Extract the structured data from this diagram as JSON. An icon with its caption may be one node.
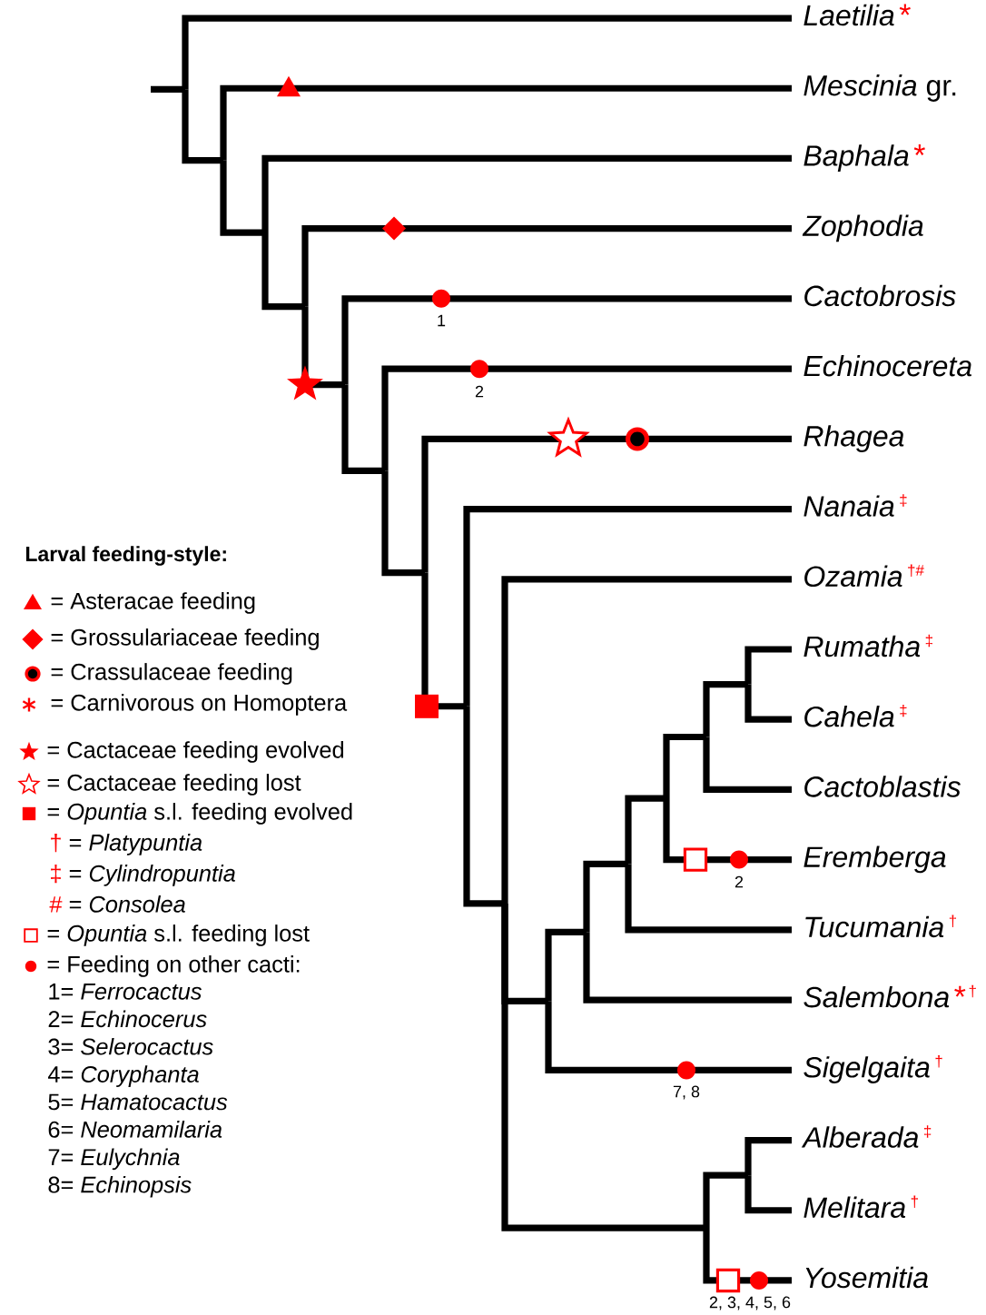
{
  "diagram": {
    "nodes": [
      {
        "text": [
          "Laetilia"
        ],
        "beside": [
          "*"
        ]
      },
      {
        "text": [
          "*Mescinia* gr."
        ]
      },
      {
        "text": [
          "Baphala"
        ],
        "beside": [
          "*"
        ]
      },
      {
        "text": [
          "Zophodia"
        ]
      },
      {
        "text": [
          "Cactobrosis"
        ]
      },
      {
        "text": [
          "Echinocereta"
        ]
      },
      {
        "text": [
          "Rhagea"
        ]
      },
      {
        "text": [
          "Nanaia"
        ],
        "beside": [
          "‡"
        ]
      },
      {
        "text": [
          "Ozamia"
        ],
        "beside": [
          "†#"
        ]
      },
      {
        "text": [
          "Rumatha"
        ],
        "beside": [
          "‡"
        ]
      },
      {
        "text": [
          "Cahela"
        ],
        "beside": [
          "‡"
        ]
      },
      {
        "text": [
          "Cactoblastis"
        ]
      },
      {
        "text": [
          "Eremberga"
        ]
      },
      {
        "text": [
          "Tucumania"
        ],
        "beside": [
          "†"
        ]
      },
      {
        "text": [
          "Salembona"
        ],
        "beside": [
          "*",
          "†"
        ]
      },
      {
        "text": [
          "Sigelgaita"
        ],
        "beside": [
          "†"
        ]
      },
      {
        "text": [
          "Alberada"
        ],
        "beside": [
          "‡"
        ]
      },
      {
        "text": [
          "Melitara"
        ],
        "beside": [
          "†"
        ]
      },
      {
        "text": [
          "Yosemitia"
        ]
      }
    ],
    "edges": [
      {
        "from": null,
        "to": 0,
        "arrow": "none"
      },
      {
        "from": null,
        "to": 1,
        "arrow": "none"
      },
      {
        "from": null,
        "to": 2,
        "arrow": "none"
      },
      {
        "from": null,
        "to": 3,
        "arrow": "none"
      },
      {
        "from": null,
        "to": 4,
        "arrow": "none"
      },
      {
        "from": null,
        "to": 5,
        "arrow": "none"
      },
      {
        "from": null,
        "to": 6,
        "arrow": "none"
      },
      {
        "from": null,
        "to": 7,
        "arrow": "none"
      },
      {
        "from": null,
        "to": 8,
        "arrow": "none"
      },
      {
        "from": null,
        "to": 9,
        "arrow": "none"
      },
      {
        "from": null,
        "to": 10,
        "arrow": "none"
      },
      {
        "from": null,
        "to": 11,
        "arrow": "none"
      },
      {
        "from": null,
        "to": 12,
        "arrow": "none"
      },
      {
        "from": null,
        "to": 13,
        "arrow": "none"
      },
      {
        "from": null,
        "to": 14,
        "arrow": "none"
      },
      {
        "from": null,
        "to": 15,
        "arrow": "none"
      },
      {
        "from": null,
        "to": 16,
        "arrow": "none"
      },
      {
        "from": null,
        "to": 17,
        "arrow": "none"
      },
      {
        "from": null,
        "to": 18,
        "arrow": "none"
      }
    ],
    "labels": [
      "1",
      "2",
      "Larval feeding-style:",
      "2",
      "7, 8",
      "2, 3, 4, 5, 6"
    ],
    "legend": [
      {
        "text": "= Asteracae feeding"
      },
      {
        "text": "= Grossulariaceae feeding"
      },
      {
        "text": "= Crassulaceae feeding"
      },
      {
        "text": "= Carnivorous on Homoptera"
      },
      {
        "text": "= Cactaceae feeding evolved"
      },
      {
        "text": "= Cactaceae feeding lost"
      },
      {
        "text": "= *Opuntia* s.l. feeding evolved"
      },
      {
        "text": "† = *Platypuntia*"
      },
      {
        "text": "‡ = *Cylindropuntia*"
      },
      {
        "text": "# = *Consolea*"
      },
      {
        "text": "= *Opuntia* s.l. feeding lost"
      },
      {
        "text": "= Feeding on other cacti:"
      },
      {
        "text": "1= *Ferrocactus*"
      },
      {
        "text": "2= *Echinocerus*"
      },
      {
        "text": "3= *Selerocactus*"
      },
      {
        "text": "4= *Coryphanta*"
      },
      {
        "text": "5= *Hamatocactus*"
      },
      {
        "text": "6= *Neomamilaria*"
      },
      {
        "text": "7= *Eulychnia*"
      },
      {
        "text": "8= *Echinopsis*"
      }
    ]
  }
}
